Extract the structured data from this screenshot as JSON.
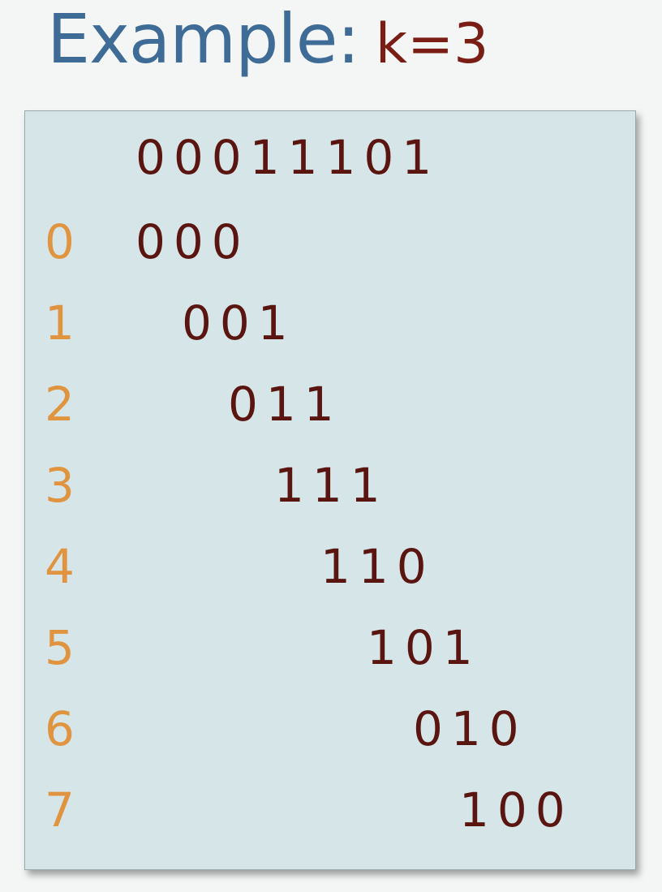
{
  "title": {
    "main": "Example:",
    "sub": "k=3"
  },
  "sequence": "00011101",
  "kmers": [
    {
      "index": "0",
      "value": "000"
    },
    {
      "index": "1",
      "value": "001"
    },
    {
      "index": "2",
      "value": "011"
    },
    {
      "index": "3",
      "value": "111"
    },
    {
      "index": "4",
      "value": "110"
    },
    {
      "index": "5",
      "value": "101"
    },
    {
      "index": "6",
      "value": "010"
    },
    {
      "index": "7",
      "value": "100"
    }
  ]
}
